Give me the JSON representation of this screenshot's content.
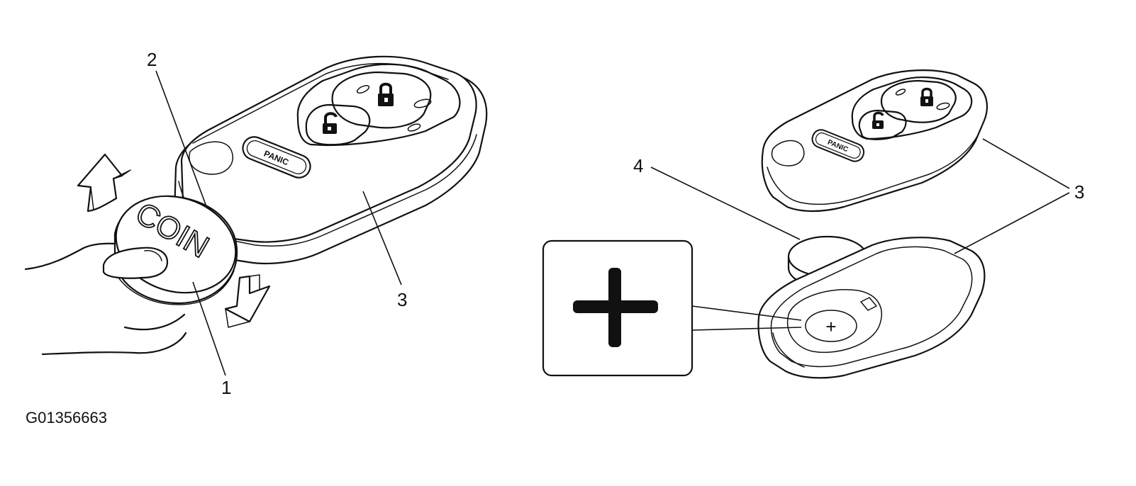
{
  "figure_id": "G01356663",
  "callouts": {
    "c1": "1",
    "c2": "2",
    "c3_left": "3",
    "c3_right": "3",
    "c4": "4"
  },
  "remote_buttons": {
    "panic": "PANIC"
  },
  "coin_label": "COIN",
  "polarity_symbol": "+",
  "colors": {
    "line": "#111111",
    "background": "#ffffff"
  }
}
